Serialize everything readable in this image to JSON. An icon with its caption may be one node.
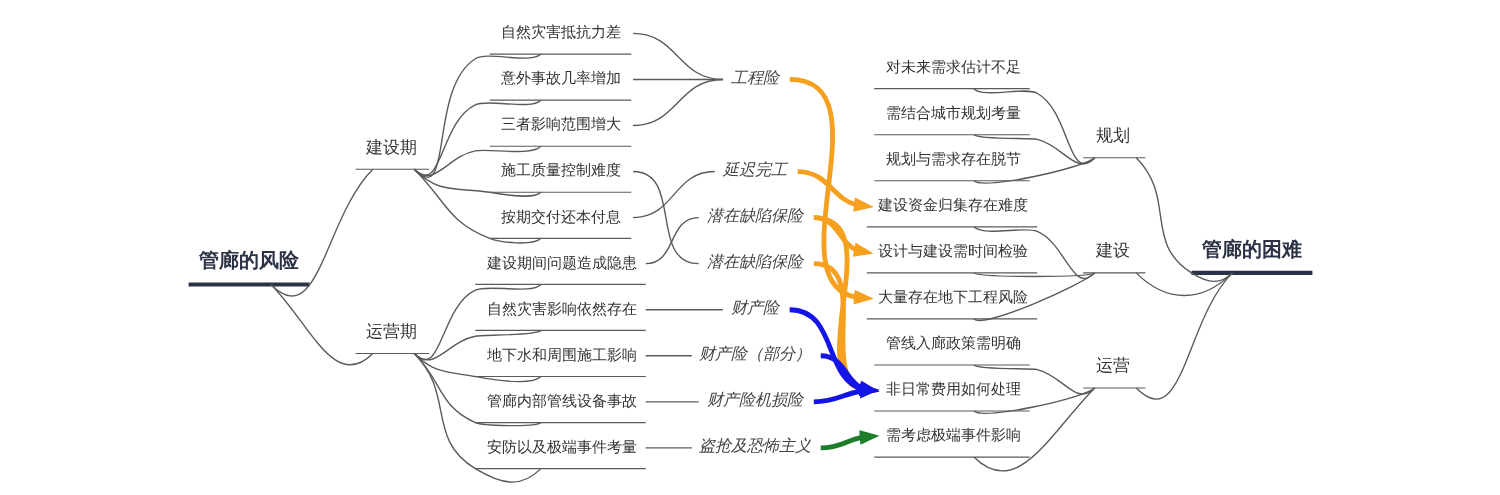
{
  "diagram": {
    "nodes": [
      {
        "text": [
          "管廊的风险"
        ]
      },
      {
        "text": [
          "建设期"
        ]
      },
      {
        "text": [
          "自然灾害抵抗力差"
        ]
      },
      {
        "text": [
          "意外事故几率增加"
        ]
      },
      {
        "text": [
          "三者影响范围增大"
        ]
      },
      {
        "text": [
          "施工质量控制难度"
        ]
      },
      {
        "text": [
          "按期交付还本付息"
        ]
      },
      {
        "text": [
          "工程险"
        ]
      },
      {
        "text": [
          "潜在缺陷保险"
        ]
      },
      {
        "text": [
          "延迟完工"
        ]
      },
      {
        "text": [
          "运营期"
        ]
      },
      {
        "text": [
          "建设期间问题造成隐患"
        ]
      },
      {
        "text": [
          "自然灾害影响依然存在"
        ]
      },
      {
        "text": [
          "地下水和周围施工影响"
        ]
      },
      {
        "text": [
          "管廊内部管线设备事故"
        ]
      },
      {
        "text": [
          "安防以及极端事件考量"
        ]
      },
      {
        "text": [
          "潜在缺陷保险"
        ]
      },
      {
        "text": [
          "财产险"
        ]
      },
      {
        "text": [
          "财产险（部分）"
        ]
      },
      {
        "text": [
          "财产险机损险"
        ]
      },
      {
        "text": [
          "盗抢及恐怖主义"
        ]
      },
      {
        "text": [
          "对未来需求估计不足"
        ]
      },
      {
        "text": [
          "需结合城市规划考量"
        ]
      },
      {
        "text": [
          "规划与需求存在脱节"
        ]
      },
      {
        "text": [
          "规划"
        ]
      },
      {
        "text": [
          "建设资金归集存在难度"
        ]
      },
      {
        "text": [
          "设计与建设需时间检验"
        ]
      },
      {
        "text": [
          "大量存在地下工程风险"
        ]
      },
      {
        "text": [
          "建设"
        ]
      },
      {
        "text": [
          "管线入廊政策需明确"
        ]
      },
      {
        "text": [
          "非日常费用如何处理"
        ]
      },
      {
        "text": [
          "需考虑极端事件影响"
        ]
      },
      {
        "text": [
          "运营"
        ]
      },
      {
        "text": [
          "管廊的困难"
        ]
      }
    ],
    "edges": [
      {
        "from": 0,
        "to": 1,
        "arrow": "none"
      },
      {
        "from": 0,
        "to": 10,
        "arrow": "none"
      },
      {
        "from": 1,
        "to": 2,
        "arrow": "none"
      },
      {
        "from": 1,
        "to": 3,
        "arrow": "none"
      },
      {
        "from": 1,
        "to": 4,
        "arrow": "none"
      },
      {
        "from": 1,
        "to": 5,
        "arrow": "none"
      },
      {
        "from": 1,
        "to": 6,
        "arrow": "none"
      },
      {
        "from": 2,
        "to": 7,
        "arrow": "none"
      },
      {
        "from": 3,
        "to": 7,
        "arrow": "none"
      },
      {
        "from": 4,
        "to": 7,
        "arrow": "none"
      },
      {
        "from": 5,
        "to": 8,
        "arrow": "none"
      },
      {
        "from": 6,
        "to": 9,
        "arrow": "none"
      },
      {
        "from": 10,
        "to": 11,
        "arrow": "none"
      },
      {
        "from": 10,
        "to": 12,
        "arrow": "none"
      },
      {
        "from": 10,
        "to": 13,
        "arrow": "none"
      },
      {
        "from": 10,
        "to": 14,
        "arrow": "none"
      },
      {
        "from": 10,
        "to": 15,
        "arrow": "none"
      },
      {
        "from": 11,
        "to": 16,
        "arrow": "none"
      },
      {
        "from": 12,
        "to": 17,
        "arrow": "none"
      },
      {
        "from": 13,
        "to": 18,
        "arrow": "none"
      },
      {
        "from": 14,
        "to": 19,
        "arrow": "none"
      },
      {
        "from": 15,
        "to": 20,
        "arrow": "none"
      },
      {
        "from": 7,
        "to": 27,
        "arrow": "to",
        "style": "thick",
        "color": "#f5a01e"
      },
      {
        "from": 8,
        "to": 30,
        "arrow": "to",
        "style": "thick",
        "color": "#f5a01e"
      },
      {
        "from": 9,
        "to": 25,
        "arrow": "to",
        "style": "thick",
        "color": "#f5a01e"
      },
      {
        "from": 16,
        "to": 26,
        "arrow": "to",
        "style": "thick",
        "color": "#f5a01e"
      },
      {
        "from": 16,
        "to": 30,
        "arrow": "to",
        "style": "thick",
        "color": "#f5a01e"
      },
      {
        "from": 17,
        "to": 30,
        "arrow": "to",
        "style": "thick",
        "color": "#1414e6"
      },
      {
        "from": 18,
        "to": 30,
        "arrow": "to",
        "style": "thick",
        "color": "#1414e6"
      },
      {
        "from": 19,
        "to": 30,
        "arrow": "to",
        "style": "thick",
        "color": "#1414e6"
      },
      {
        "from": 20,
        "to": 31,
        "arrow": "to",
        "style": "thick",
        "color": "#1e7d2a"
      },
      {
        "from": 21,
        "to": 24,
        "arrow": "none"
      },
      {
        "from": 22,
        "to": 24,
        "arrow": "none"
      },
      {
        "from": 23,
        "to": 24,
        "arrow": "none"
      },
      {
        "from": 25,
        "to": 28,
        "arrow": "none"
      },
      {
        "from": 26,
        "to": 28,
        "arrow": "none"
      },
      {
        "from": 27,
        "to": 28,
        "arrow": "none"
      },
      {
        "from": 29,
        "to": 32,
        "arrow": "none"
      },
      {
        "from": 30,
        "to": 32,
        "arrow": "none"
      },
      {
        "from": 31,
        "to": 32,
        "arrow": "none"
      },
      {
        "from": 24,
        "to": 33,
        "arrow": "none"
      },
      {
        "from": 28,
        "to": 33,
        "arrow": "none"
      },
      {
        "from": 32,
        "to": 33,
        "arrow": "none"
      }
    ]
  }
}
